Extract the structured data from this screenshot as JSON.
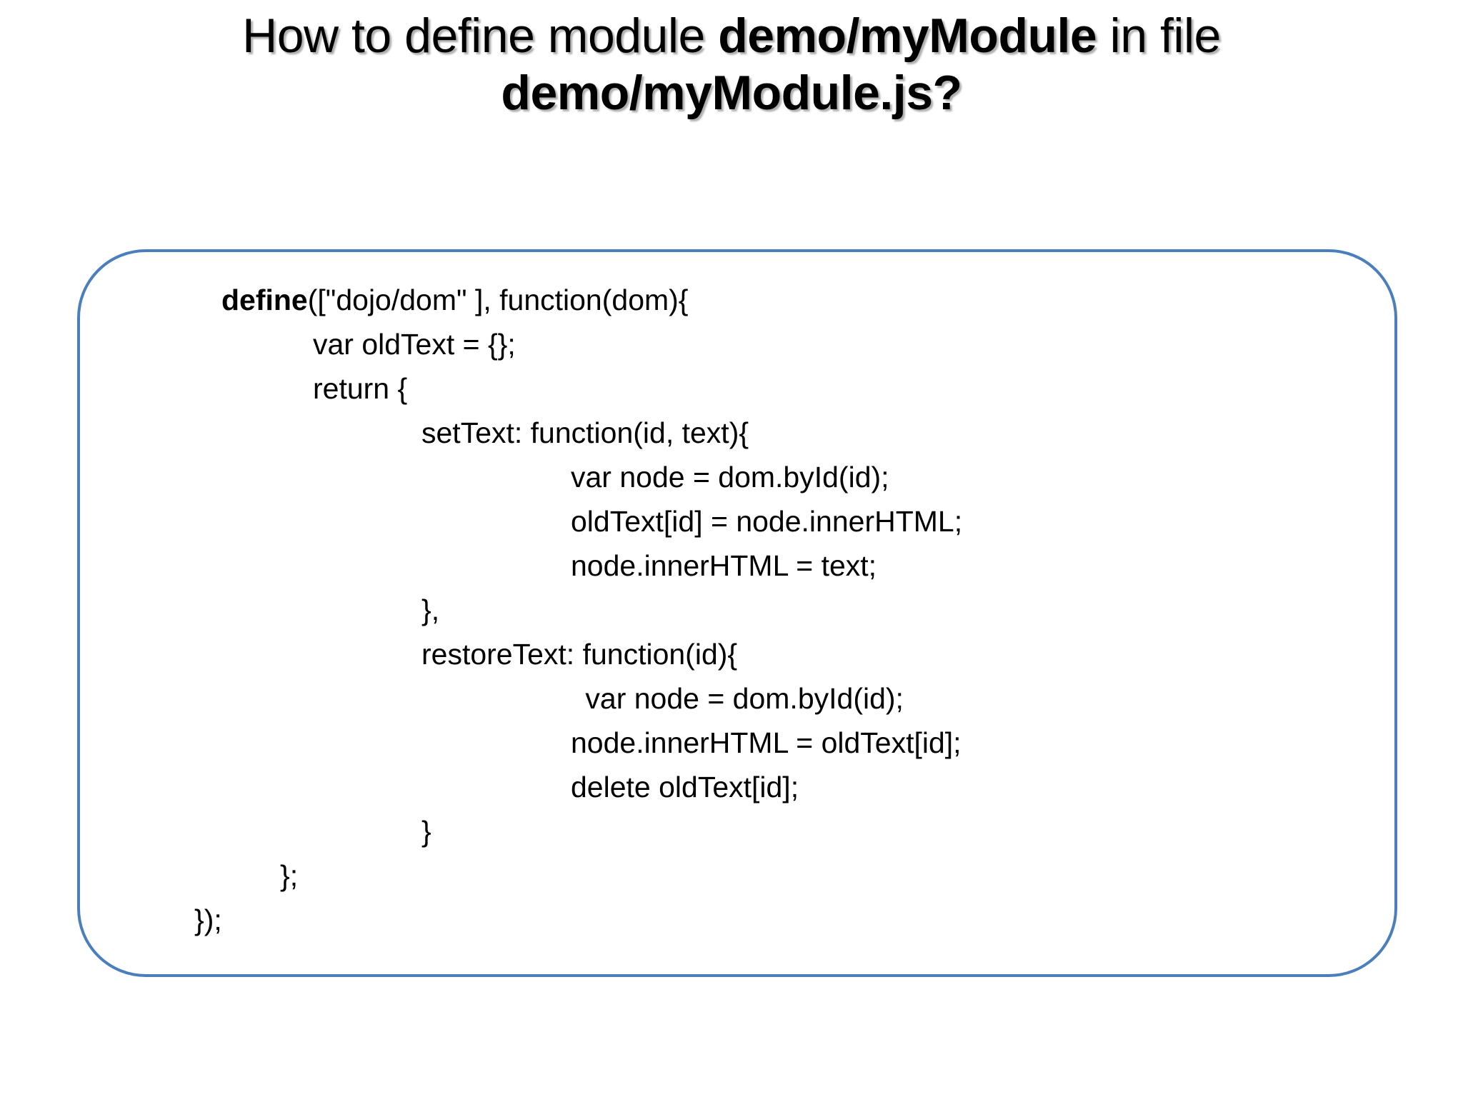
{
  "slide": {
    "title": {
      "line1_prefix": "How to define module ",
      "line1_bold": "demo/myModule",
      "line1_suffix": " in file",
      "line2_bold": "demo/myModule.js?"
    },
    "code_block": {
      "border_color": "#4a7ebc",
      "language": "javascript",
      "lines": [
        {
          "indent": "ind1",
          "bold": "define",
          "text": "([\"dojo/dom\" ], function(dom){"
        },
        {
          "indent": "ind2",
          "bold": "",
          "text": "var oldText = {};"
        },
        {
          "indent": "ind2",
          "bold": "",
          "text": "return {"
        },
        {
          "indent": "ind3",
          "bold": "",
          "text": "setText: function(id, text){"
        },
        {
          "indent": "ind4",
          "bold": "",
          "text": "var node = dom.byId(id);"
        },
        {
          "indent": "ind4",
          "bold": "",
          "text": "oldText[id] = node.innerHTML;"
        },
        {
          "indent": "ind4",
          "bold": "",
          "text": "node.innerHTML = text;"
        },
        {
          "indent": "ind3",
          "bold": "",
          "text": "},"
        },
        {
          "indent": "ind3",
          "bold": "",
          "text": "restoreText: function(id){"
        },
        {
          "indent": "ind4b",
          "bold": "",
          "text": " var node = dom.byId(id);"
        },
        {
          "indent": "ind4",
          "bold": "",
          "text": "node.innerHTML = oldText[id];"
        },
        {
          "indent": "ind4",
          "bold": "",
          "text": "delete oldText[id];"
        },
        {
          "indent": "ind3",
          "bold": "",
          "text": "}"
        },
        {
          "indent": "ind2c",
          "bold": "",
          "text": "};"
        },
        {
          "indent": "ind0",
          "bold": "",
          "text": "});"
        }
      ]
    }
  }
}
